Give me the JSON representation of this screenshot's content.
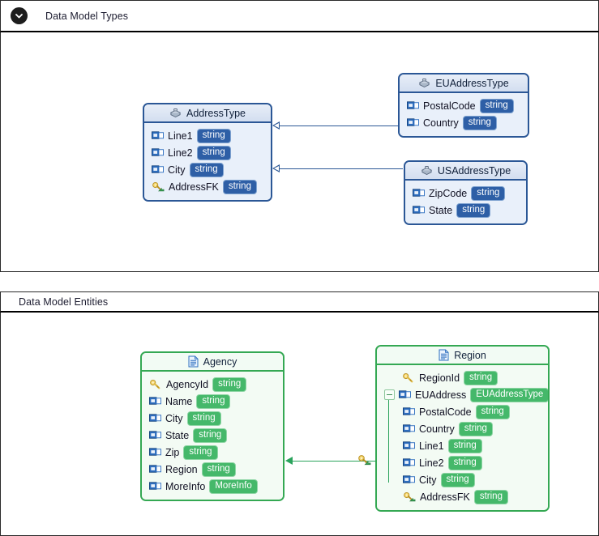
{
  "panels": [
    {
      "id": "types",
      "title": "Data Model Types",
      "collapsible": true,
      "toggle_icon": "chevron-down-icon"
    },
    {
      "id": "entities",
      "title": "Data Model Entities",
      "collapsible": false
    }
  ],
  "types_diagram": {
    "nodes": [
      {
        "id": "address-type",
        "name": "AddressType",
        "header_icon": "complex-type-icon",
        "fields": [
          {
            "icon": "attribute-icon",
            "name": "Line1",
            "type": "string"
          },
          {
            "icon": "attribute-icon",
            "name": "Line2",
            "type": "string"
          },
          {
            "icon": "attribute-icon",
            "name": "City",
            "type": "string"
          },
          {
            "icon": "foreign-key-icon",
            "name": "AddressFK",
            "type": "string"
          }
        ]
      },
      {
        "id": "eu-address-type",
        "name": "EUAddressType",
        "header_icon": "complex-type-icon",
        "fields": [
          {
            "icon": "attribute-icon",
            "name": "PostalCode",
            "type": "string"
          },
          {
            "icon": "attribute-icon",
            "name": "Country",
            "type": "string"
          }
        ]
      },
      {
        "id": "us-address-type",
        "name": "USAddressType",
        "header_icon": "complex-type-icon",
        "fields": [
          {
            "icon": "attribute-icon",
            "name": "ZipCode",
            "type": "string"
          },
          {
            "icon": "attribute-icon",
            "name": "State",
            "type": "string"
          }
        ]
      }
    ],
    "connectors": [
      {
        "id": "eu-inherits-address",
        "from": "eu-address-type",
        "to": "address-type",
        "kind": "inheritance"
      },
      {
        "id": "us-inherits-address",
        "from": "us-address-type",
        "to": "address-type",
        "kind": "inheritance"
      }
    ]
  },
  "entities_diagram": {
    "nodes": [
      {
        "id": "agency",
        "name": "Agency",
        "header_icon": "entity-icon",
        "fields": [
          {
            "icon": "primary-key-icon",
            "name": "AgencyId",
            "type": "string",
            "level": 0
          },
          {
            "icon": "attribute-icon",
            "name": "Name",
            "type": "string",
            "level": 0
          },
          {
            "icon": "attribute-icon",
            "name": "City",
            "type": "string",
            "level": 0
          },
          {
            "icon": "attribute-icon",
            "name": "State",
            "type": "string",
            "level": 0
          },
          {
            "icon": "attribute-icon",
            "name": "Zip",
            "type": "string",
            "level": 0
          },
          {
            "icon": "attribute-icon",
            "name": "Region",
            "type": "string",
            "level": 0
          },
          {
            "icon": "attribute-icon",
            "name": "MoreInfo",
            "type": "MoreInfo",
            "level": 0
          }
        ]
      },
      {
        "id": "region",
        "name": "Region",
        "header_icon": "entity-icon",
        "fields": [
          {
            "icon": "primary-key-icon",
            "name": "RegionId",
            "type": "string",
            "level": 0
          },
          {
            "icon": "attribute-icon",
            "name": "EUAddress",
            "type": "EUAddressType",
            "level": 0,
            "toggle": "collapse-box"
          },
          {
            "icon": "attribute-icon",
            "name": "PostalCode",
            "type": "string",
            "level": 1
          },
          {
            "icon": "attribute-icon",
            "name": "Country",
            "type": "string",
            "level": 1
          },
          {
            "icon": "attribute-icon",
            "name": "Line1",
            "type": "string",
            "level": 1
          },
          {
            "icon": "attribute-icon",
            "name": "Line2",
            "type": "string",
            "level": 1
          },
          {
            "icon": "attribute-icon",
            "name": "City",
            "type": "string",
            "level": 1
          },
          {
            "icon": "foreign-key-icon",
            "name": "AddressFK",
            "type": "string",
            "level": 1
          }
        ]
      }
    ],
    "connectors": [
      {
        "id": "region-to-agency",
        "from": "region",
        "to": "agency",
        "kind": "association",
        "icon": "foreign-key-icon"
      }
    ]
  },
  "colors": {
    "type_border": "#2b5796",
    "type_badge": "#2e5fa6",
    "entity_border": "#34a853",
    "entity_badge": "#45b86a",
    "connector_blue": "#2b5796",
    "connector_green": "#2aa35c",
    "panel_border": "#2a2a2a"
  }
}
